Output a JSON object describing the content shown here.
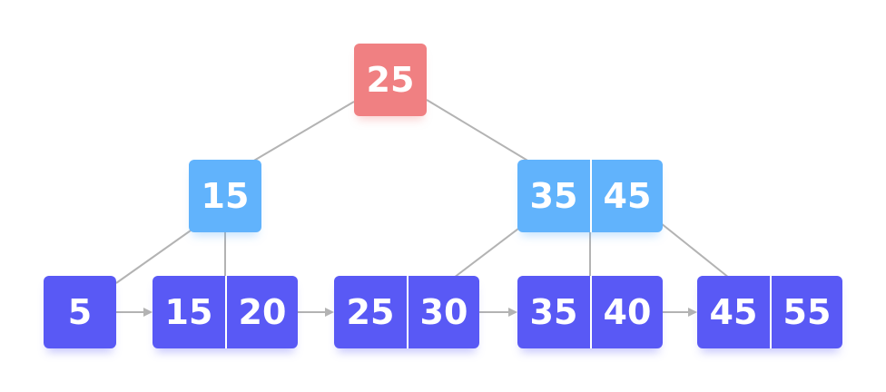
{
  "colors": {
    "root": "#f08082",
    "internal": "#61b3fc",
    "leaf": "#5959f5",
    "edge": "#b3b3b3",
    "text": "#ffffff"
  },
  "tree": {
    "root": {
      "keys": [
        "25"
      ]
    },
    "internal_left": {
      "keys": [
        "15"
      ]
    },
    "internal_right": {
      "keys": [
        "35",
        "45"
      ]
    },
    "leaves": [
      {
        "keys": [
          "5"
        ]
      },
      {
        "keys": [
          "15",
          "20"
        ]
      },
      {
        "keys": [
          "25",
          "30"
        ]
      },
      {
        "keys": [
          "35",
          "40"
        ]
      },
      {
        "keys": [
          "45",
          "55"
        ]
      }
    ]
  }
}
